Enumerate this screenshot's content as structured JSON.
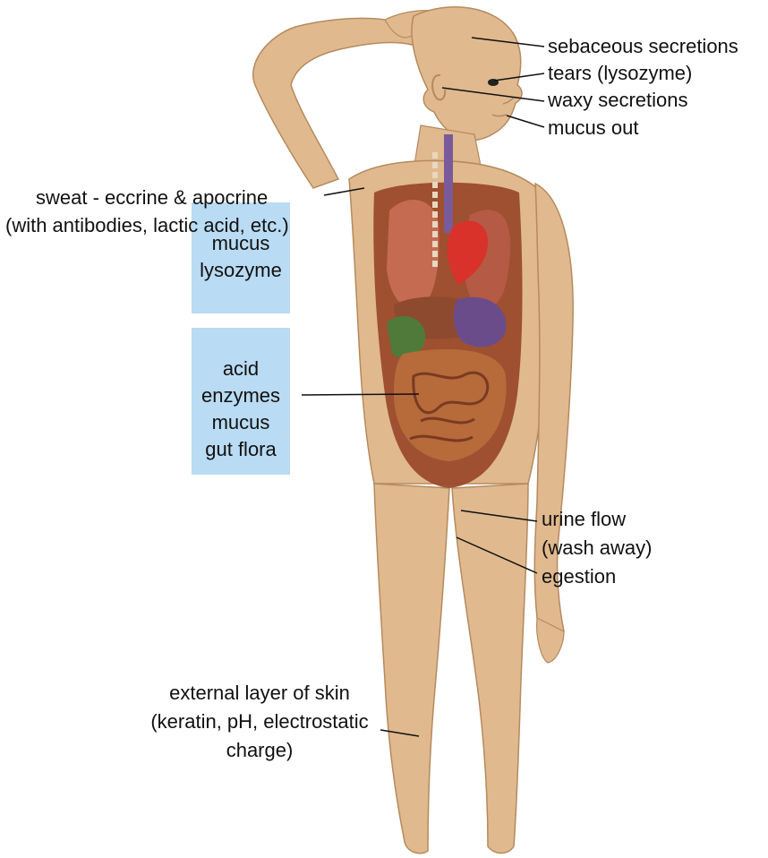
{
  "labels": {
    "sebaceous": "sebaceous secretions",
    "tears": "tears (lysozyme)",
    "waxy": "waxy secretions",
    "mucus_out": "mucus out",
    "sweat_line1": "sweat - eccrine & apocrine",
    "sweat_line2": "(with antibodies, lactic acid, etc.)",
    "mucus": "mucus",
    "lysozyme": "lysozyme",
    "acid": "acid",
    "enzymes": "enzymes",
    "mucus2": "mucus",
    "gut_flora": "gut flora",
    "urine_line1": "urine flow",
    "urine_line2": "(wash away)",
    "egestion": "egestion",
    "skin_line1": "external layer of skin",
    "skin_line2": "(keratin, pH, electrostatic",
    "skin_line3": "charge)"
  },
  "colors": {
    "skin": "#e0b98f",
    "skin_outline": "#b58a5e",
    "label_box": "#b9dbf3",
    "organ_dark": "#7a3a22",
    "heart": "#d8322a",
    "liver": "#8e4a2e",
    "stomach": "#6b4c8a",
    "gallbladder": "#4f7a3a"
  }
}
